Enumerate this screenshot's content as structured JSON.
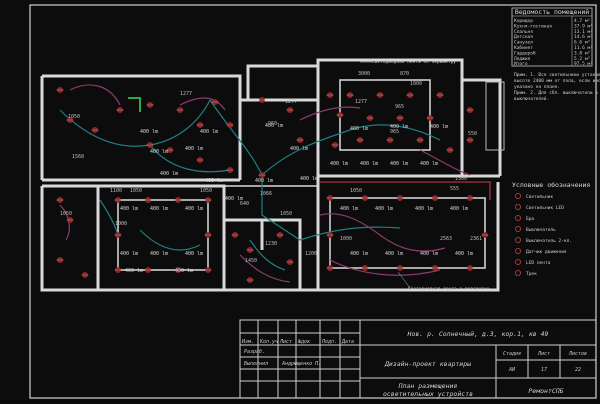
{
  "header": {
    "title": "Ведомость помещений"
  },
  "colors": {
    "background": "#0c0c0c",
    "frame": "#cfcfcf",
    "walls": "#d9d9d9",
    "wiring_teal": "#1f7f84",
    "wiring_purple": "#8f3a70",
    "fixtures": "#8c1f1f",
    "accent_green": "#2fa84a"
  },
  "schedule": {
    "title": "Ведомость помещений",
    "rows": [
      {
        "name": "Коридор",
        "area": "4.7 м²"
      },
      {
        "name": "Кухня-гостиная",
        "area": "37.9 м²"
      },
      {
        "name": "Спальня",
        "area": "13.1 м²"
      },
      {
        "name": "Детская",
        "area": "14.6 м²"
      },
      {
        "name": "Санузел",
        "area": "6.6 м²"
      },
      {
        "name": "Кабинет",
        "area": "11.6 м²"
      },
      {
        "name": "Гардероб",
        "area": "3.8 м²"
      },
      {
        "name": "Лоджия",
        "area": "5.2 м²"
      }
    ],
    "total_label": "Итого",
    "total_value": "97.5 м²"
  },
  "general_notes": [
    "Прим. 1. Все светильники устанавливать на",
    "высоте 2400 мм от пола, если иное не",
    "указано на плане.",
    "Прим. 2. Для сбп. выключатели в блок",
    "выключателей."
  ],
  "legend": {
    "title": "Условные обозначения",
    "items": [
      {
        "label": "Светильник"
      },
      {
        "label": "Светильник LED"
      },
      {
        "label": "Бра"
      },
      {
        "label": "Выключатель"
      },
      {
        "label": "Выключатель 2-кл."
      },
      {
        "label": "Датчик движения"
      },
      {
        "label": "LED лента"
      },
      {
        "label": "Трек"
      }
    ]
  },
  "callouts": [
    "Светодиодная лента по периметру",
    "Светодиодная лента в подсветке"
  ],
  "lux_values": [
    "400 lm",
    "400 lm",
    "400 lm",
    "400 lm",
    "400 lm",
    "400 lm",
    "400 lm",
    "400 lm",
    "400 lm",
    "400 lm",
    "400 lm",
    "400 lm",
    "400 lm",
    "400 lm",
    "400 lm",
    "400 lm",
    "400 lm",
    "400 lm",
    "400 lm",
    "400 lm",
    "400 lm",
    "400 lm",
    "400 lm",
    "400 lm",
    "400 lm",
    "400 lm",
    "400 lm",
    "400 lm",
    "400 lm",
    "400 lm",
    "400 lm",
    "400 lm",
    "400 lm",
    "400 lm"
  ],
  "dimension_labels": [
    "1050",
    "1277",
    "1277",
    "1277",
    "965",
    "965",
    "1000",
    "550",
    "960",
    "1568",
    "1100",
    "1050",
    "1050",
    "1000",
    "1050",
    "1066",
    "1050",
    "555",
    "2563",
    "2361",
    "1050",
    "1000",
    "640",
    "1450",
    "1230",
    "3000",
    "870",
    "1200",
    "1300"
  ],
  "title_block": {
    "project": "Нов. р. Солнечный, д.3, кор.1, кв 49",
    "design": "Дизайн-проект квартиры",
    "sheet_title": "План размещения осветительных устройств",
    "stage_label": "Стадия",
    "sheet_label": "Лист",
    "sheets_label": "Листов",
    "stage_value": "АИ",
    "sheet_value": "17",
    "sheets_value": "22",
    "org": "РемонтСПБ",
    "headers": [
      "Изм.",
      "Кол.уч",
      "Лист",
      "№док",
      "Подп.",
      "Дата"
    ],
    "roles": [
      "Разраб.",
      "Выполнил",
      "Андрющенко П."
    ]
  }
}
